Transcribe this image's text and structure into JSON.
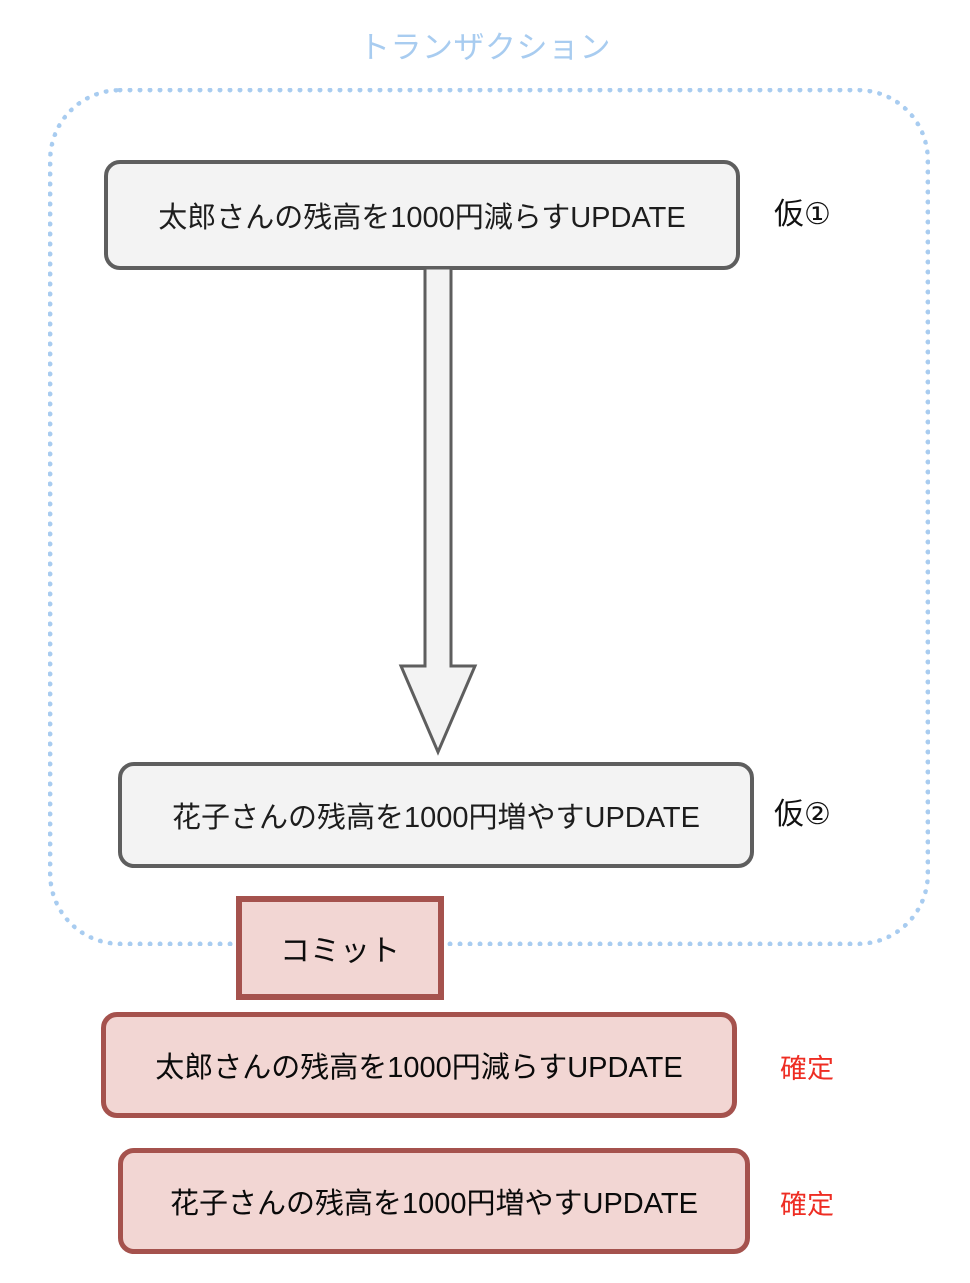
{
  "diagram": {
    "title": "トランザクション",
    "title_color": "#a8ccf0",
    "boundary": {
      "style": "dotted-rounded-rectangle",
      "color": "#a8ccf0"
    },
    "tentative_statements": [
      {
        "text": "太郎さんの残高を1000円減らすUPDATE",
        "label": "仮①",
        "fill": "#f3f3f3",
        "border": "#5e5e5e"
      },
      {
        "text": "花子さんの残高を1000円増やすUPDATE",
        "label": "仮②",
        "fill": "#f3f3f3",
        "border": "#5e5e5e"
      }
    ],
    "commit": {
      "text": "コミット",
      "fill": "#f2d6d3",
      "border": "#a5524d"
    },
    "committed_statements": [
      {
        "text": "太郎さんの残高を1000円減らすUPDATE",
        "label": "確定",
        "fill": "#f2d6d3",
        "border": "#a5524d",
        "label_color": "#ee2d23"
      },
      {
        "text": "花子さんの残高を1000円増やすUPDATE",
        "label": "確定",
        "fill": "#f2d6d3",
        "border": "#a5524d",
        "label_color": "#ee2d23"
      }
    ],
    "arrow": {
      "name": "downward-block-arrow",
      "direction": "down",
      "fill": "#f3f3f3",
      "stroke": "#5e5e5e"
    }
  }
}
